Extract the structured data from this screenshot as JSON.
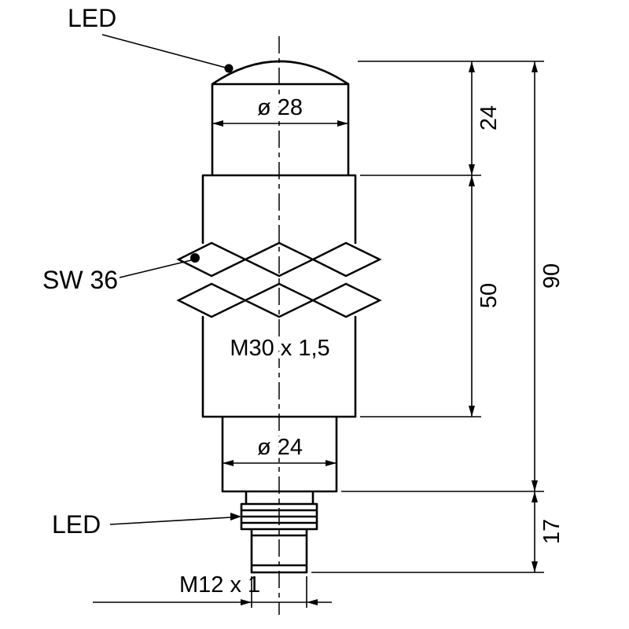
{
  "colors": {
    "line": "#000000",
    "background": "#ffffff"
  },
  "labels": {
    "led_top": "LED",
    "sw36": "SW 36",
    "led_bottom": "LED",
    "dia_28": "ø 28",
    "m30_thread": "M30 x 1,5",
    "dia_24": "ø 24",
    "m12_thread": "M12 x 1"
  },
  "dimensions": {
    "front_length": "24",
    "thread_length": "50",
    "overall_length": "90",
    "connector_length": "17"
  }
}
